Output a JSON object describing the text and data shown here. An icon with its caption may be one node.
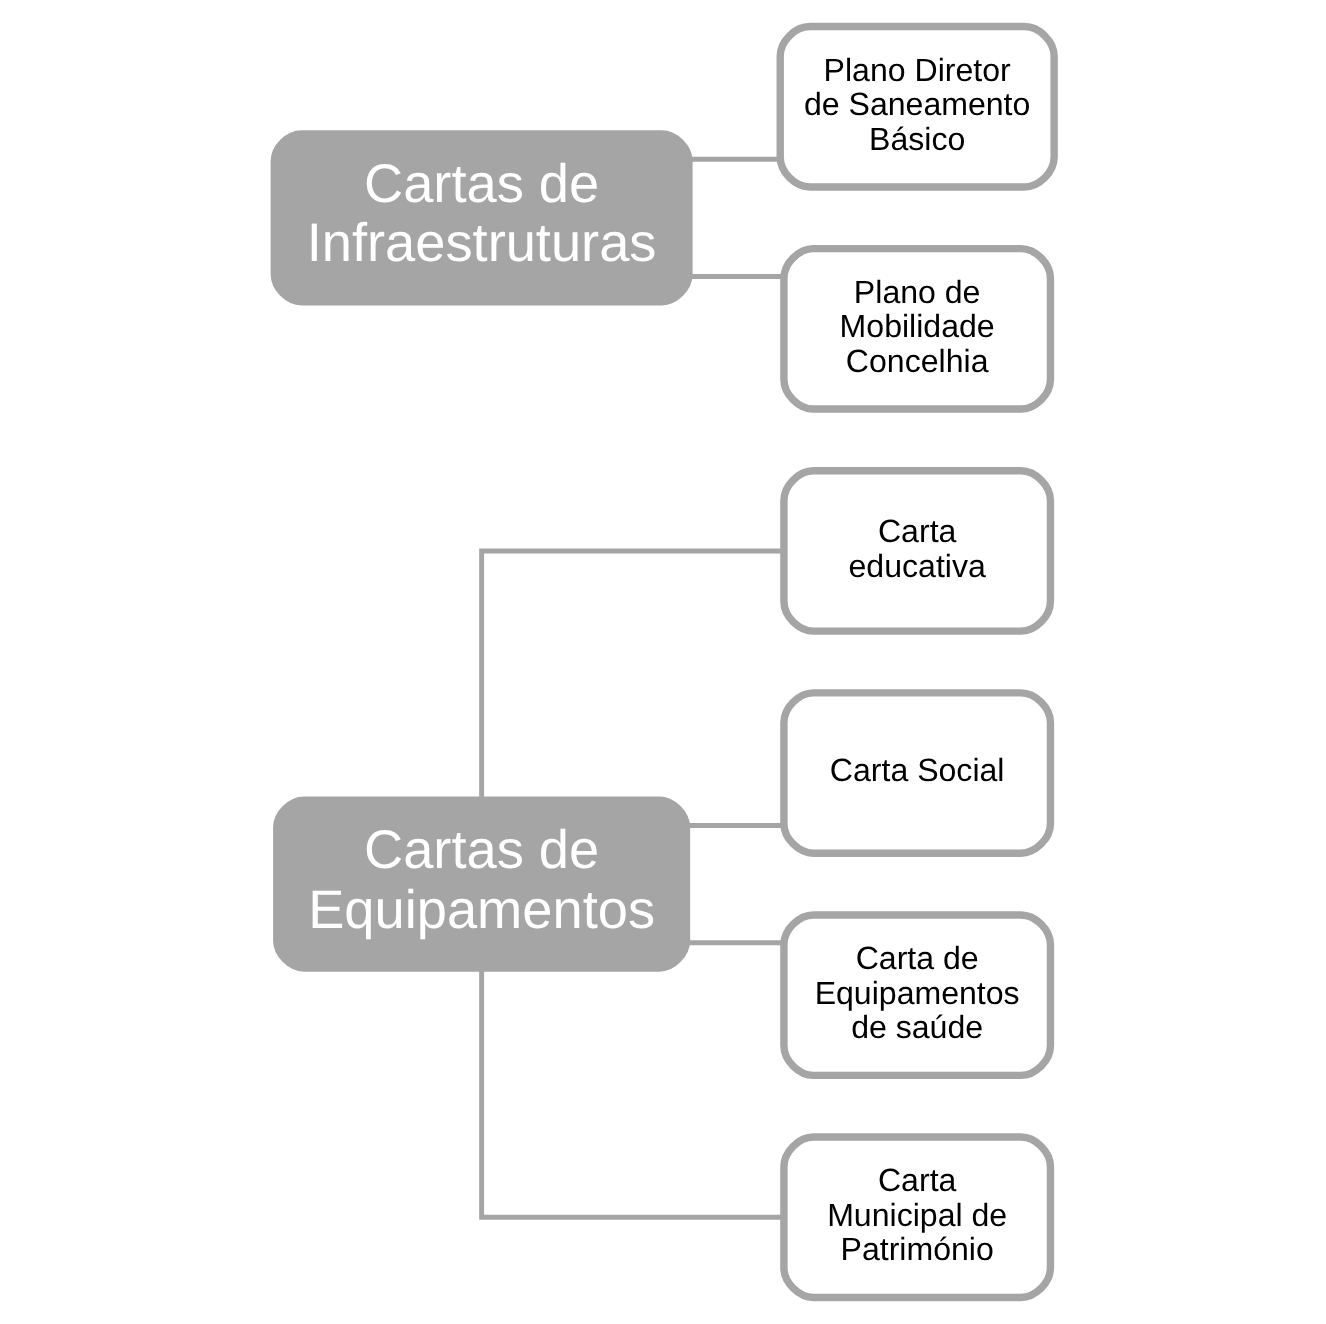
{
  "diagram": {
    "nodes": [
      {
        "text": [
          "Cartas de Equipamentos"
        ]
      },
      {
        "text": [
          "Carta educativa"
        ]
      },
      {
        "text": [
          "Carta Social"
        ]
      },
      {
        "text": [
          "Carta de Equipamentos de saúde"
        ]
      },
      {
        "text": [
          "Carta Municipal de Património"
        ]
      },
      {
        "text": [
          "Cartas de Infraestruturas"
        ]
      },
      {
        "text": [
          "Plano Diretor de Saneamento Básico"
        ]
      },
      {
        "text": [
          "Plano de Mobilidade Concelhia"
        ]
      }
    ],
    "edges": [
      {
        "from": 0,
        "to": 1,
        "arrow": "none"
      },
      {
        "from": 0,
        "to": 2,
        "arrow": "none"
      },
      {
        "from": 0,
        "to": 3,
        "arrow": "none"
      },
      {
        "from": 0,
        "to": 4,
        "arrow": "none"
      },
      {
        "from": 5,
        "to": 6,
        "arrow": "none"
      },
      {
        "from": 5,
        "to": 7,
        "arrow": "none"
      }
    ]
  }
}
